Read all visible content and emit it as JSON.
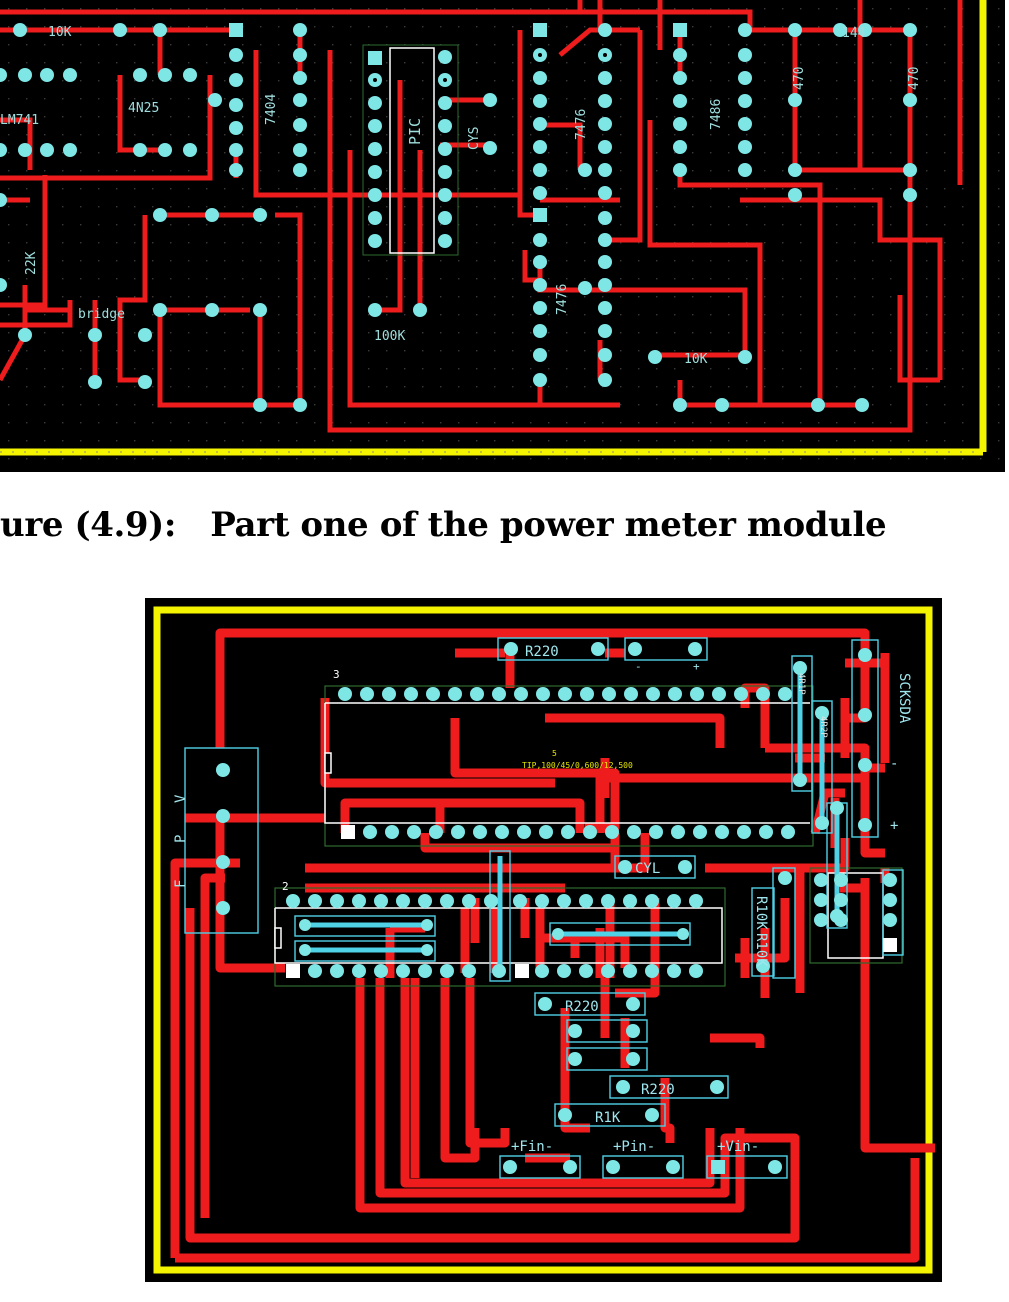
{
  "figure_top": {
    "labels": {
      "r10k_top": "10K",
      "opto": "4N25",
      "inv": "7404",
      "opamp": "LM741",
      "pic": "PIC",
      "crystal": "CYS",
      "ff1": "7476",
      "xor": "7486",
      "r470a": "470",
      "r470b": "470",
      "r144": "144",
      "r22k": "22K",
      "bridge": "bridge",
      "r100k": "100K",
      "ff2": "7476",
      "r10k_bottom": "10K"
    }
  },
  "caption": {
    "prefix": "ure (4.9):",
    "text": "Part one of the power meter module"
  },
  "figure_bottom": {
    "labels": {
      "r220_top": "R220",
      "cap_minus": "-",
      "cap_plus": "+",
      "chip3": "3",
      "chip2": "2",
      "conn_sck": "SCK",
      "conn_sda": "SDA",
      "conn_minus": "-",
      "conn_plus": "+",
      "mid_label": "5",
      "mid_text": "TIP,100/45/0,600/12,500",
      "side_f": "F",
      "side_p": "P",
      "side_v": "V",
      "cyl": "CYL",
      "r10k_a": "R10K",
      "r10k_b": "R10K",
      "r220_mid": "R220",
      "r220_low": "R220",
      "r1k": "R1K",
      "fin": "+Fin-",
      "pin": "+Pin-",
      "vin": "+Vin-",
      "tiny_a": "4R1P",
      "tiny_b": "4R2P"
    }
  }
}
